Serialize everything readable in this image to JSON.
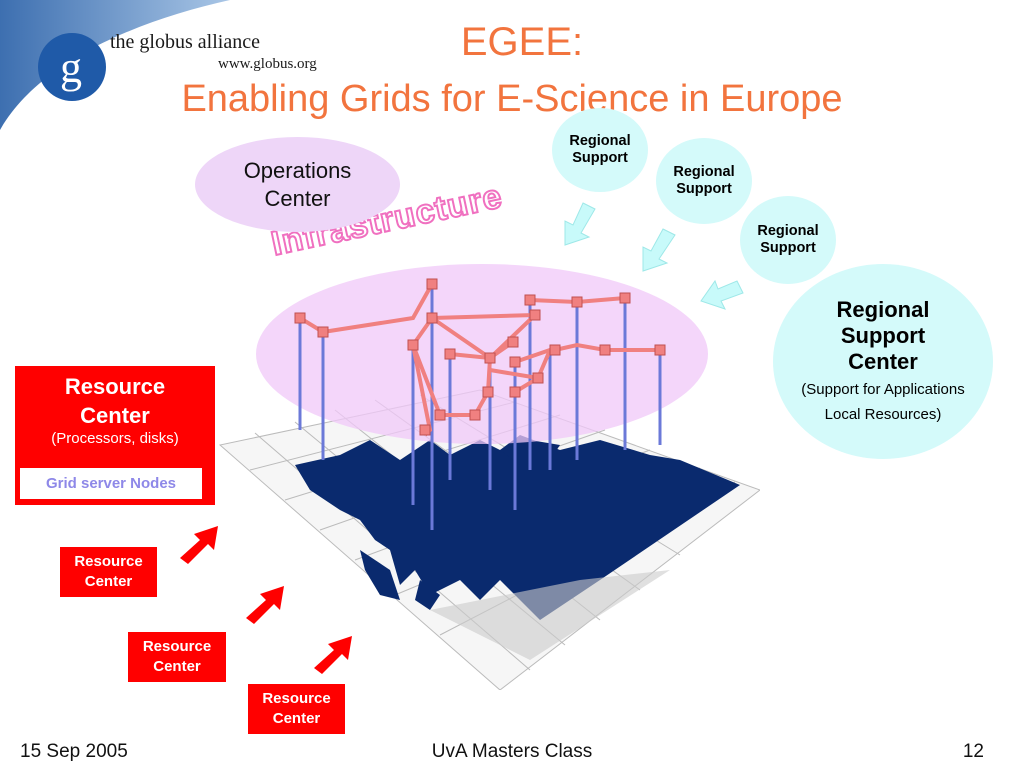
{
  "slide": {
    "title_line1": "EGEE:",
    "title_line2": "Enabling Grids for E-Science in Europe",
    "logo": {
      "name": "the globus alliance",
      "url": "www.globus.org",
      "letter": "g"
    },
    "infrastructure_label": "Infrastructure"
  },
  "operations_center": {
    "line1": "Operations",
    "line2": "Center"
  },
  "regional_support": [
    {
      "line1": "Regional",
      "line2": "Support"
    },
    {
      "line1": "Regional",
      "line2": "Support"
    },
    {
      "line1": "Regional",
      "line2": "Support"
    }
  ],
  "regional_support_center": {
    "line1": "Regional",
    "line2": "Support",
    "line3": "Center",
    "note1": "(Support for Applications",
    "note2": "Local Resources)"
  },
  "resource_center_main": {
    "line1": "Resource",
    "line2": "Center",
    "note": "(Processors, disks)",
    "grid_server": "Grid server Nodes"
  },
  "resource_centers": [
    {
      "line1": "Resource",
      "line2": "Center"
    },
    {
      "line1": "Resource",
      "line2": "Center"
    },
    {
      "line1": "Resource",
      "line2": "Center"
    }
  ],
  "footer": {
    "date": "15 Sep 2005",
    "center": "UvA Masters Class",
    "page": "12"
  },
  "colors": {
    "title": "#f2743e",
    "resource": "#ff0000",
    "support": "#d4fafa",
    "operations": "#eed6f8",
    "map": "#0a2a6e",
    "network": "#f08080"
  }
}
